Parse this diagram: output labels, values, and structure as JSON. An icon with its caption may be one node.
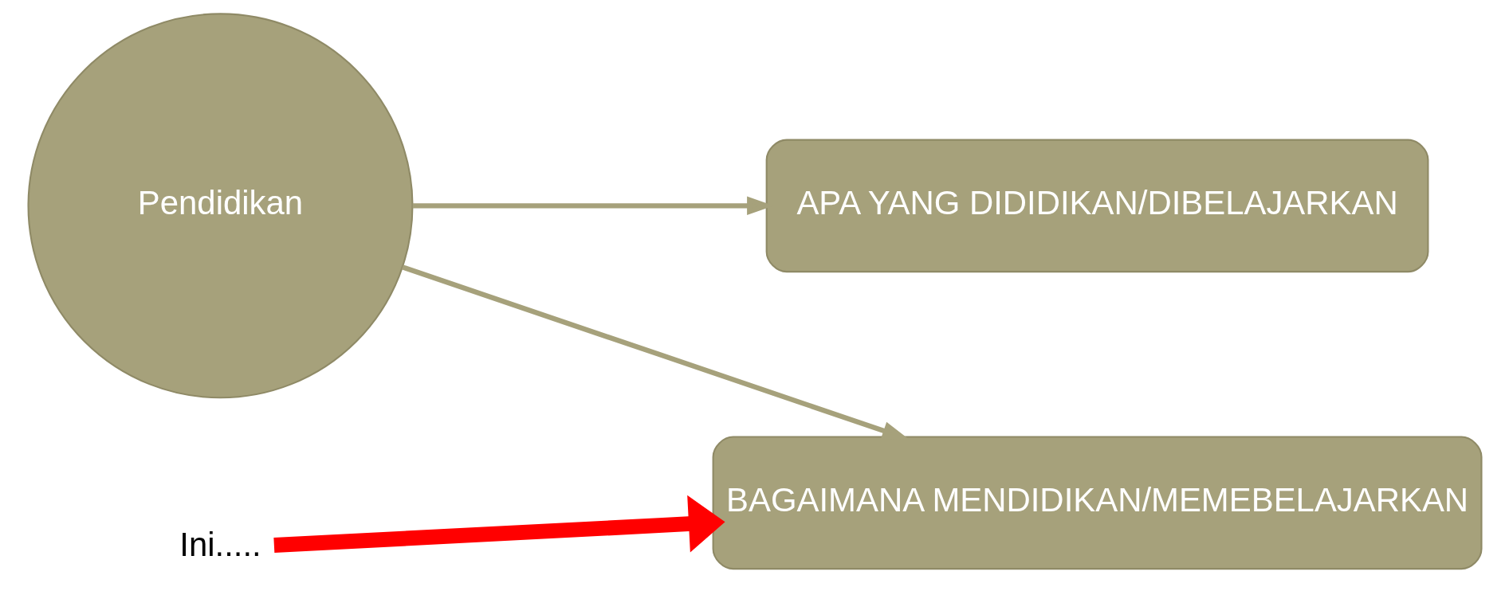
{
  "diagram": {
    "nodes": [
      {
        "text": [
          "Pendidikan"
        ]
      },
      {
        "text": [
          "APA YANG DIDIDIKAN/DIBELAJARKAN"
        ]
      },
      {
        "text": [
          "BAGAIMANA MENDIDIKAN/MEMEBELAJARKAN"
        ]
      },
      {
        "text": [
          "Ini....."
        ]
      }
    ],
    "edges": [
      {
        "from": 0,
        "to": 1,
        "arrow": "to"
      },
      {
        "from": 0,
        "to": 2,
        "arrow": "to"
      },
      {
        "from": 3,
        "to": 2,
        "arrow": "to",
        "style": "thick",
        "color": "#ff0000"
      }
    ]
  }
}
